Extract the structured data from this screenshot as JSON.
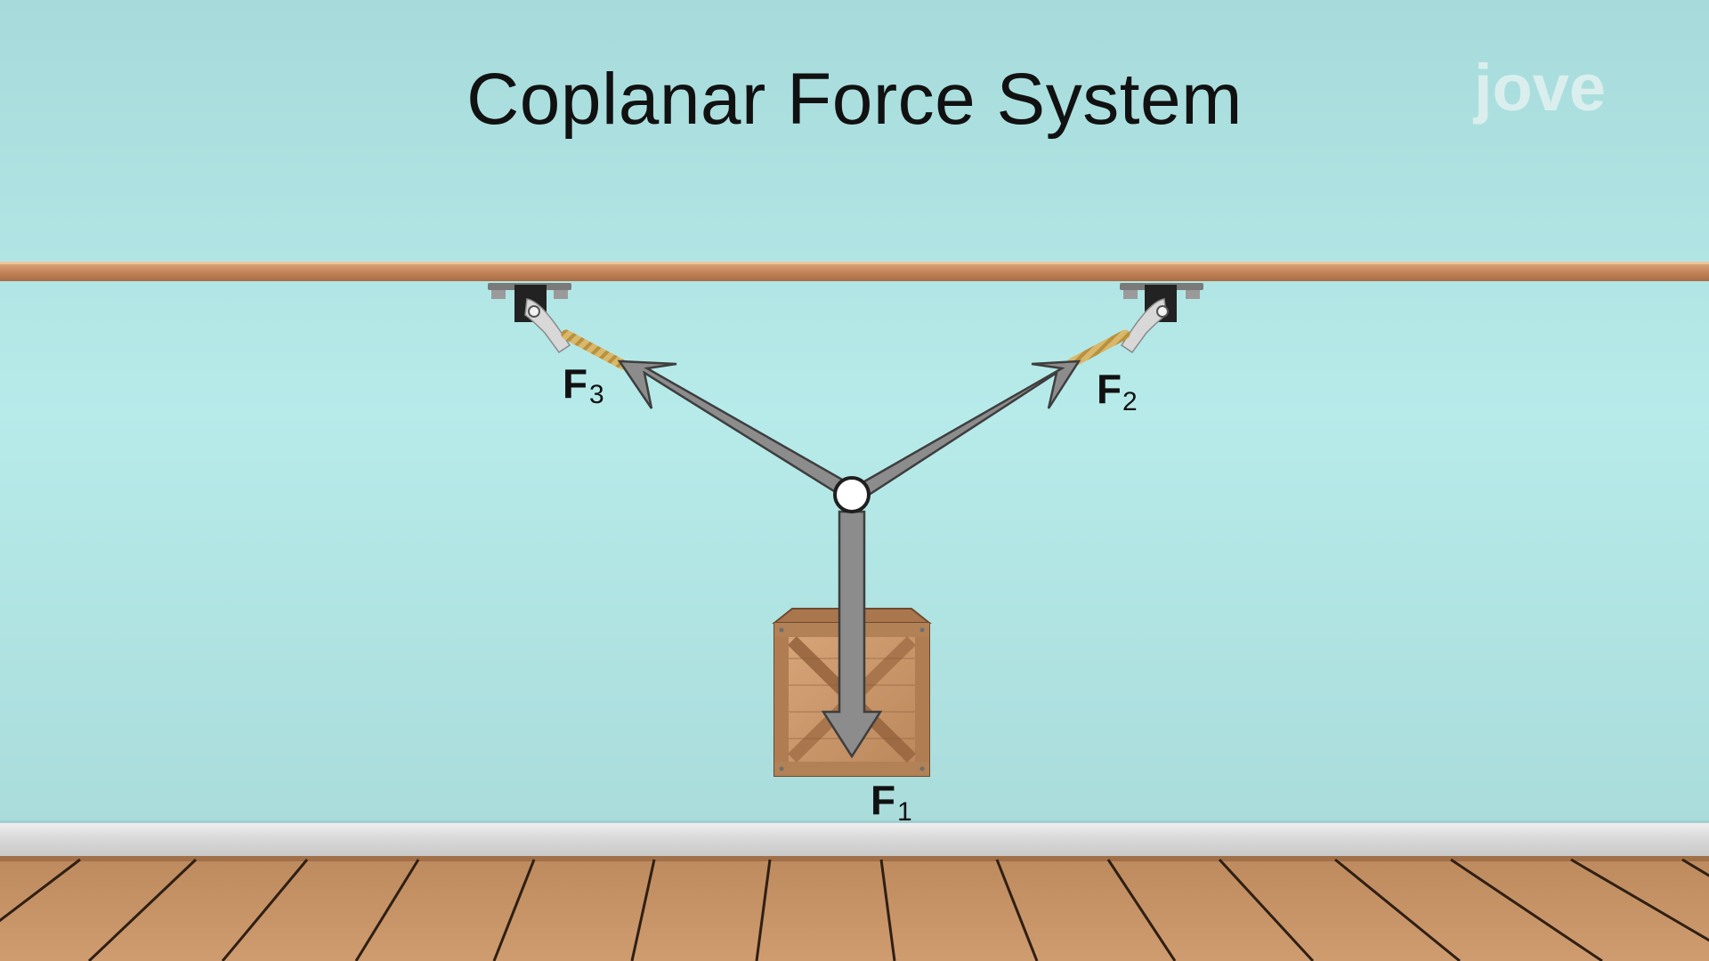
{
  "title": "Coplanar Force System",
  "logo": {
    "text": "jove",
    "color": "#dbeeee"
  },
  "forces": [
    {
      "id": "F1",
      "main": "F",
      "sub": "1",
      "direction": "down"
    },
    {
      "id": "F2",
      "main": "F",
      "sub": "2",
      "direction": "up-right"
    },
    {
      "id": "F3",
      "main": "F",
      "sub": "3",
      "direction": "up-left"
    }
  ],
  "colors": {
    "wall_top": "#a6dcdc",
    "wall_mid": "#b6ebea",
    "arrow_fill": "#8c8c8c",
    "arrow_stroke": "#3e3e3e",
    "rail": "#c8895a",
    "floor": "#c79468",
    "floor_lines": "#2e1e12",
    "crate": "#c8956a",
    "rope": "#d6b46a"
  }
}
